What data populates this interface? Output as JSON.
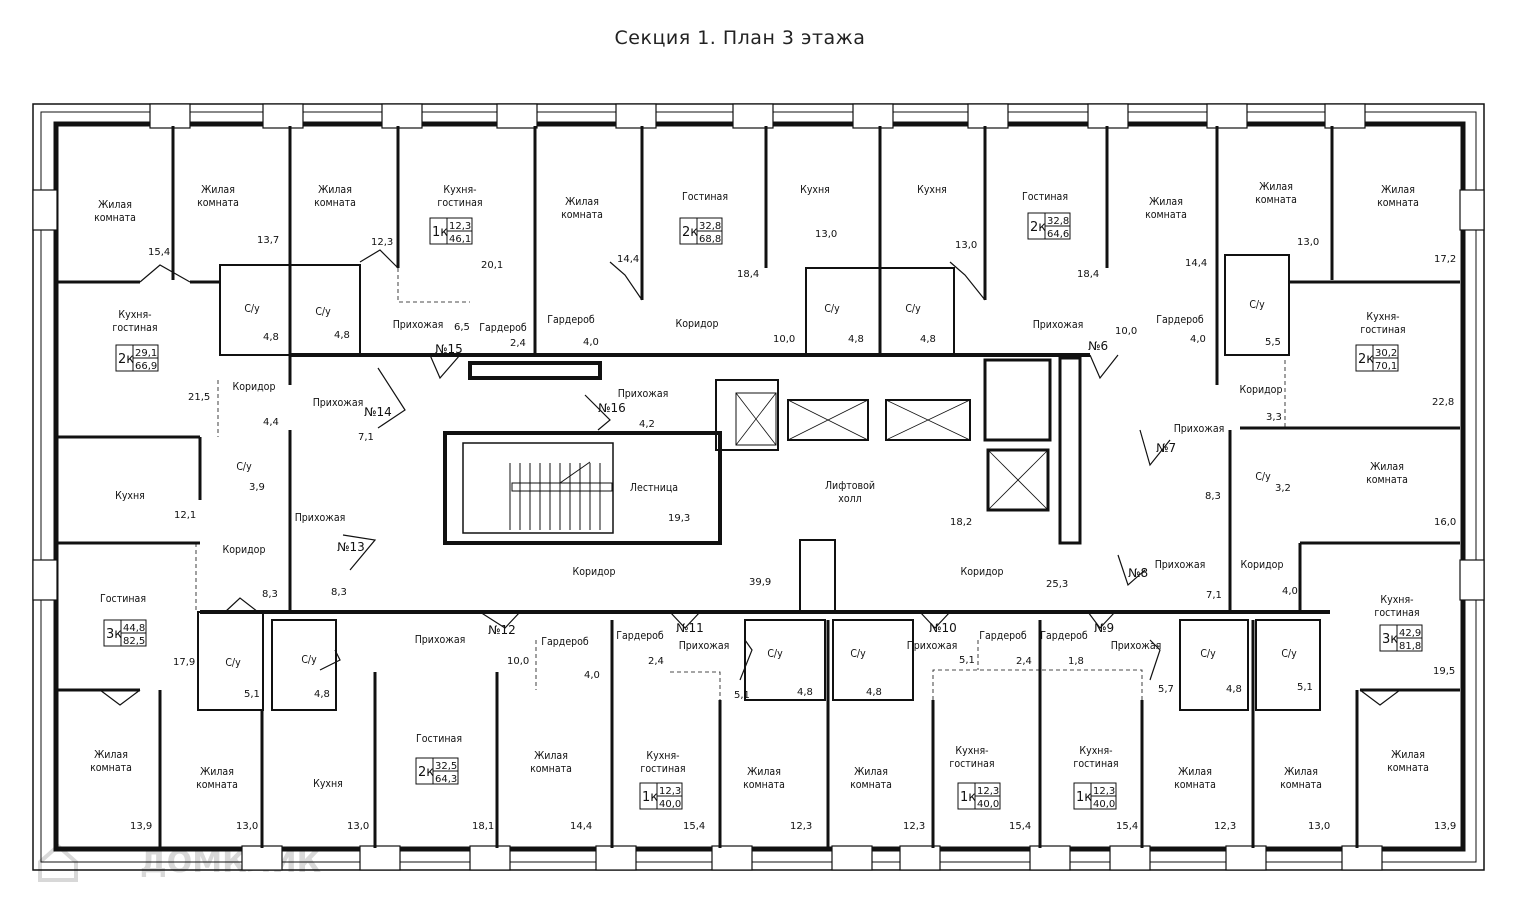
{
  "title": "Секция 1. План 3 этажа",
  "watermark": "ДОМКЛИК",
  "rooms": [
    {
      "id": "r1",
      "name": "Жилая\nкомната",
      "area": "15,4"
    },
    {
      "id": "r2",
      "name": "Жилая\nкомната",
      "area": "13,7"
    },
    {
      "id": "r3",
      "name": "Жилая\nкомната",
      "area": "12,3"
    },
    {
      "id": "r4",
      "name": "Кухня-\nгостиная",
      "area": "20,1"
    },
    {
      "id": "r5",
      "name": "Жилая\nкомната",
      "area": "14,4"
    },
    {
      "id": "r6",
      "name": "Гостиная",
      "area": "18,4"
    },
    {
      "id": "r7",
      "name": "Кухня",
      "area": "13,0"
    },
    {
      "id": "r8",
      "name": "Кухня",
      "area": "13,0"
    },
    {
      "id": "r9",
      "name": "Гостиная",
      "area": "18,4"
    },
    {
      "id": "r10",
      "name": "Жилая\nкомната",
      "area": "14,4"
    },
    {
      "id": "r11",
      "name": "Жилая\nкомната",
      "area": "13,0"
    },
    {
      "id": "r12",
      "name": "Жилая\nкомната",
      "area": "17,2"
    },
    {
      "id": "r13",
      "name": "Кухня-\nгостиная",
      "area": "21,5"
    },
    {
      "id": "r14",
      "name": "С/у",
      "area": "4,8"
    },
    {
      "id": "r15",
      "name": "С/у",
      "area": "4,8"
    },
    {
      "id": "r16",
      "name": "Прихожая",
      "area": "6,5"
    },
    {
      "id": "r17",
      "name": "Гардероб",
      "area": "2,4"
    },
    {
      "id": "r18",
      "name": "Гардероб",
      "area": "4,0"
    },
    {
      "id": "r19",
      "name": "Коридор",
      "area": "10,0"
    },
    {
      "id": "r20",
      "name": "С/у",
      "area": "4,8"
    },
    {
      "id": "r21",
      "name": "С/у",
      "area": "4,8"
    },
    {
      "id": "r22",
      "name": "Прихожая",
      "area": "10,0"
    },
    {
      "id": "r23",
      "name": "Гардероб",
      "area": "4,0"
    },
    {
      "id": "r24",
      "name": "С/у",
      "area": "5,5"
    },
    {
      "id": "r25",
      "name": "Кухня-\nгостиная",
      "area": "22,8"
    },
    {
      "id": "r26",
      "name": "Коридор",
      "area": "4,4"
    },
    {
      "id": "r27",
      "name": "Прихожая",
      "area": "7,1"
    },
    {
      "id": "r28",
      "name": "Прихожая",
      "area": "4,2"
    },
    {
      "id": "r29",
      "name": "Коридор",
      "area": "3,3"
    },
    {
      "id": "r30",
      "name": "Кухня",
      "area": "12,1"
    },
    {
      "id": "r31",
      "name": "С/у",
      "area": "3,9"
    },
    {
      "id": "r32",
      "name": "Прихожая",
      "area": "8,3"
    },
    {
      "id": "r33",
      "name": "Лестница",
      "area": "19,3"
    },
    {
      "id": "r34",
      "name": "Лифтовой\nхолл",
      "area": "18,2"
    },
    {
      "id": "r35",
      "name": "Прихожая",
      "area": "8,3"
    },
    {
      "id": "r36",
      "name": "С/у",
      "area": "3,2"
    },
    {
      "id": "r37",
      "name": "Жилая\nкомната",
      "area": "16,0"
    },
    {
      "id": "r38",
      "name": "Коридор",
      "area": "8,3"
    },
    {
      "id": "r39",
      "name": "Коридор",
      "area": "39,9"
    },
    {
      "id": "r40",
      "name": "Коридор",
      "area": "25,3"
    },
    {
      "id": "r41",
      "name": "Прихожая",
      "area": "7,1"
    },
    {
      "id": "r42",
      "name": "Коридор",
      "area": "4,0"
    },
    {
      "id": "r43",
      "name": "Гостиная",
      "area": "17,9"
    },
    {
      "id": "r44",
      "name": "С/у",
      "area": "5,1"
    },
    {
      "id": "r45",
      "name": "С/у",
      "area": "4,8"
    },
    {
      "id": "r46",
      "name": "Прихожая",
      "area": "10,0"
    },
    {
      "id": "r47",
      "name": "Гардероб",
      "area": "4,0"
    },
    {
      "id": "r48",
      "name": "Гардероб",
      "area": "2,4"
    },
    {
      "id": "r49",
      "name": "Прихожая",
      "area": "5,1"
    },
    {
      "id": "r50",
      "name": "С/у",
      "area": "4,8"
    },
    {
      "id": "r51",
      "name": "С/у",
      "area": "4,8"
    },
    {
      "id": "r52",
      "name": "Прихожая",
      "area": "5,1"
    },
    {
      "id": "r53",
      "name": "Гардероб",
      "area": "2,4"
    },
    {
      "id": "r54",
      "name": "Гардероб",
      "area": "1,8"
    },
    {
      "id": "r55",
      "name": "Прихожая",
      "area": "5,7"
    },
    {
      "id": "r56",
      "name": "С/у",
      "area": "4,8"
    },
    {
      "id": "r57",
      "name": "С/у",
      "area": "5,1"
    },
    {
      "id": "r58",
      "name": "Кухня-\nгостиная",
      "area": "19,5"
    },
    {
      "id": "r59",
      "name": "Жилая\nкомната",
      "area": "13,9"
    },
    {
      "id": "r60",
      "name": "Жилая\nкомната",
      "area": "13,0"
    },
    {
      "id": "r61",
      "name": "Кухня",
      "area": "13,0"
    },
    {
      "id": "r62",
      "name": "Гостиная",
      "area": "18,1"
    },
    {
      "id": "r63",
      "name": "Жилая\nкомната",
      "area": "14,4"
    },
    {
      "id": "r64",
      "name": "Кухня-\nгостиная",
      "area": "15,4"
    },
    {
      "id": "r65",
      "name": "Жилая\nкомната",
      "area": "12,3"
    },
    {
      "id": "r66",
      "name": "Жилая\nкомната",
      "area": "12,3"
    },
    {
      "id": "r67",
      "name": "Кухня-\nгостиная",
      "area": "15,4"
    },
    {
      "id": "r68",
      "name": "Кухня-\nгостиная",
      "area": "15,4"
    },
    {
      "id": "r69",
      "name": "Жилая\nкомната",
      "area": "12,3"
    },
    {
      "id": "r70",
      "name": "Жилая\nкомната",
      "area": "13,0"
    },
    {
      "id": "r71",
      "name": "Жилая\nкомната",
      "area": "13,9"
    }
  ],
  "apartments": [
    {
      "id": "a6",
      "label": "№6"
    },
    {
      "id": "a7",
      "label": "№7"
    },
    {
      "id": "a8",
      "label": "№8"
    },
    {
      "id": "a9",
      "label": "№9"
    },
    {
      "id": "a10",
      "label": "№10"
    },
    {
      "id": "a11",
      "label": "№11"
    },
    {
      "id": "a12",
      "label": "№12"
    },
    {
      "id": "a13",
      "label": "№13"
    },
    {
      "id": "a14",
      "label": "№14"
    },
    {
      "id": "a15",
      "label": "№15"
    },
    {
      "id": "a16",
      "label": "№16"
    }
  ],
  "badges": [
    {
      "id": "b1",
      "rooms": "1к",
      "living": "12,3",
      "total": "46,1"
    },
    {
      "id": "b2",
      "rooms": "2к",
      "living": "32,8",
      "total": "68,8"
    },
    {
      "id": "b3",
      "rooms": "2к",
      "living": "32,8",
      "total": "64,6"
    },
    {
      "id": "b4",
      "rooms": "2к",
      "living": "29,1",
      "total": "66,9"
    },
    {
      "id": "b5",
      "rooms": "2к",
      "living": "30,2",
      "total": "70,1"
    },
    {
      "id": "b6",
      "rooms": "3к",
      "living": "44,8",
      "total": "82,5"
    },
    {
      "id": "b7",
      "rooms": "3к",
      "living": "42,9",
      "total": "81,8"
    },
    {
      "id": "b8",
      "rooms": "2к",
      "living": "32,5",
      "total": "64,3"
    },
    {
      "id": "b9",
      "rooms": "1к",
      "living": "12,3",
      "total": "40,0"
    },
    {
      "id": "b10",
      "rooms": "1к",
      "living": "12,3",
      "total": "40,0"
    },
    {
      "id": "b11",
      "rooms": "1к",
      "living": "12,3",
      "total": "40,0"
    }
  ]
}
